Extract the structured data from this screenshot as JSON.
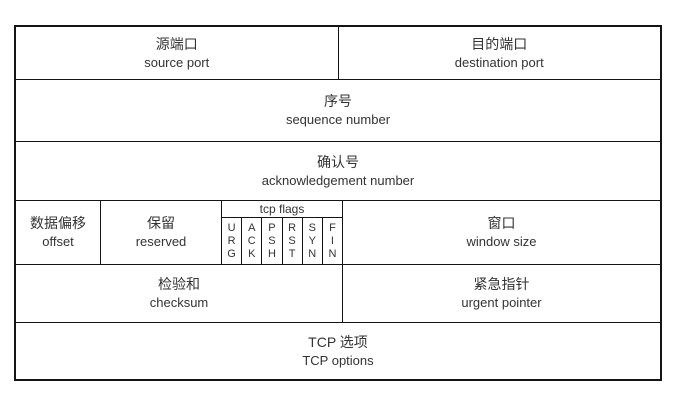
{
  "cells": {
    "source_port": {
      "zh": "源端口",
      "en": "source port"
    },
    "destination_port": {
      "zh": "目的端口",
      "en": "destination port"
    },
    "sequence_number": {
      "zh": "序号",
      "en": "sequence number"
    },
    "acknowledgement_number": {
      "zh": "确认号",
      "en": "acknowledgement number"
    },
    "data_offset": {
      "zh": "数据偏移",
      "en": "offset"
    },
    "reserved": {
      "zh": "保留",
      "en": "reserved"
    },
    "flags_label": "tcp flags",
    "flags": [
      [
        "U",
        "R",
        "G"
      ],
      [
        "A",
        "C",
        "K"
      ],
      [
        "P",
        "S",
        "H"
      ],
      [
        "R",
        "S",
        "T"
      ],
      [
        "S",
        "Y",
        "N"
      ],
      [
        "F",
        "I",
        "N"
      ]
    ],
    "window_size": {
      "zh": "窗口",
      "en": "window size"
    },
    "checksum": {
      "zh": "检验和",
      "en": "checksum"
    },
    "urgent_pointer": {
      "zh": "紧急指针",
      "en": "urgent pointer"
    },
    "tcp_options": {
      "zh": "TCP 选项",
      "en": "TCP options"
    }
  },
  "colors": {
    "border": "#141414",
    "text": "#333333",
    "background": "#ffffff"
  }
}
